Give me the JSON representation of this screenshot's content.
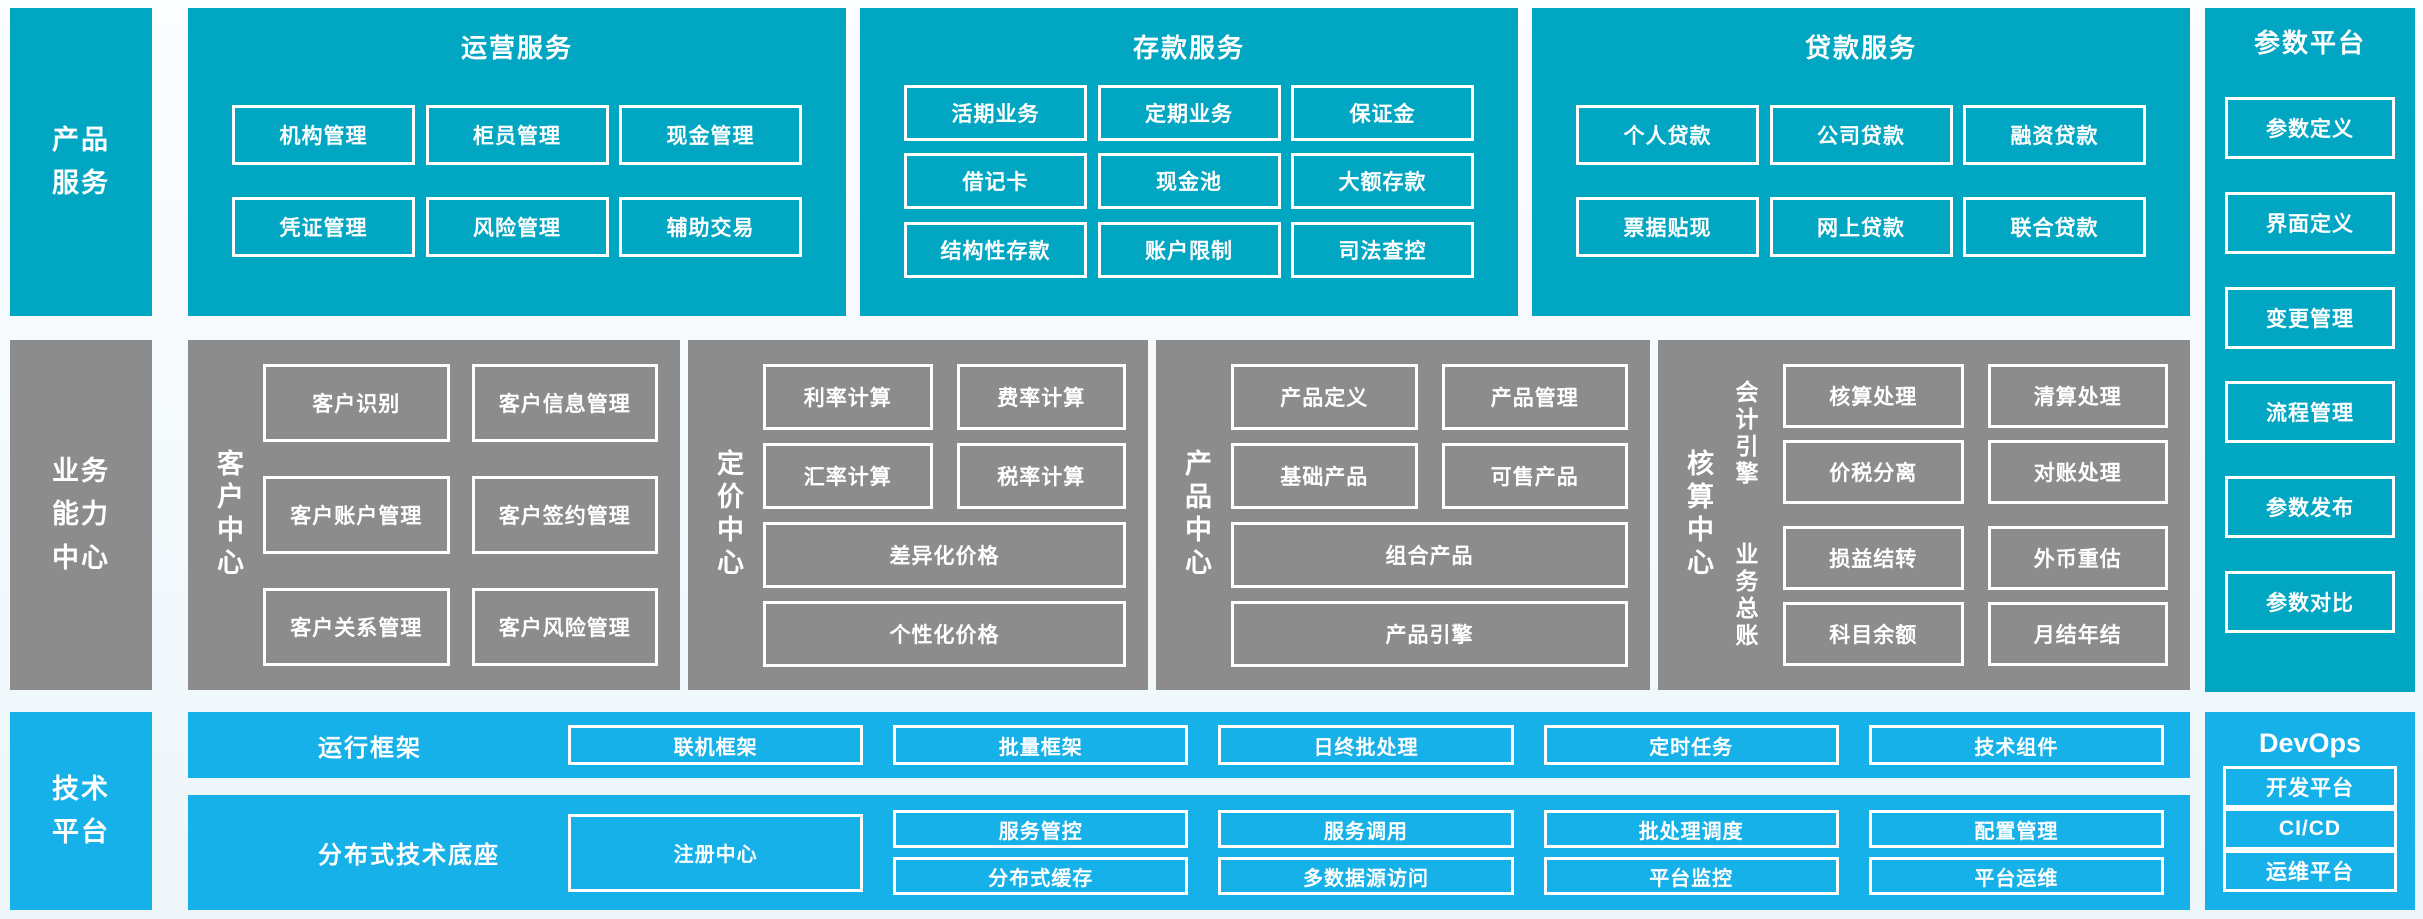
{
  "colors": {
    "teal": "#00a6c2",
    "sky": "#16b1e9",
    "gray": "#8c8c8c",
    "box_border": "#ffffff",
    "background": "#f3f9fc"
  },
  "side_labels": {
    "product_services": "产品\n服务",
    "business_capability": "业务\n能力\n中心",
    "tech_platform": "技术\n平台"
  },
  "operations": {
    "title": "运营服务",
    "rows": [
      [
        "机构管理",
        "柜员管理",
        "现金管理"
      ],
      [
        "凭证管理",
        "风险管理",
        "辅助交易"
      ]
    ]
  },
  "deposit": {
    "title": "存款服务",
    "rows": [
      [
        "活期业务",
        "定期业务",
        "保证金"
      ],
      [
        "借记卡",
        "现金池",
        "大额存款"
      ],
      [
        "结构性存款",
        "账户限制",
        "司法查控"
      ]
    ]
  },
  "loan": {
    "title": "贷款服务",
    "rows": [
      [
        "个人贷款",
        "公司贷款",
        "融资贷款"
      ],
      [
        "票据贴现",
        "网上贷款",
        "联合贷款"
      ]
    ]
  },
  "param_platform": {
    "title": "参数平台",
    "items": [
      "参数定义",
      "界面定义",
      "变更管理",
      "流程管理",
      "参数发布",
      "参数对比"
    ]
  },
  "customer_center": {
    "label": "客户中心",
    "rows": [
      [
        "客户识别",
        "客户信息管理"
      ],
      [
        "客户账户管理",
        "客户签约管理"
      ],
      [
        "客户关系管理",
        "客户风险管理"
      ]
    ]
  },
  "pricing_center": {
    "label": "定价中心",
    "rows": [
      [
        "利率计算",
        "费率计算"
      ],
      [
        "汇率计算",
        "税率计算"
      ]
    ],
    "wide": [
      "差异化价格",
      "个性化价格"
    ]
  },
  "product_center": {
    "label": "产品中心",
    "rows": [
      [
        "产品定义",
        "产品管理"
      ],
      [
        "基础产品",
        "可售产品"
      ]
    ],
    "wide": [
      "组合产品",
      "产品引擎"
    ]
  },
  "accounting_center": {
    "label": "核算中心",
    "groups": [
      {
        "label": "会计引擎",
        "rows": [
          [
            "核算处理",
            "清算处理"
          ],
          [
            "价税分离",
            "对账处理"
          ]
        ]
      },
      {
        "label": "业务总账",
        "rows": [
          [
            "损益结转",
            "外币重估"
          ],
          [
            "科目余额",
            "月结年结"
          ]
        ]
      }
    ]
  },
  "runtime": {
    "label": "运行框架",
    "items": [
      "联机框架",
      "批量框架",
      "日终批处理",
      "定时任务",
      "技术组件"
    ]
  },
  "distributed": {
    "label": "分布式技术底座",
    "featured": "注册中心",
    "rows": [
      [
        "服务管控",
        "服务调用",
        "批处理调度",
        "配置管理"
      ],
      [
        "分布式缓存",
        "多数据源访问",
        "平台监控",
        "平台运维"
      ]
    ]
  },
  "devops": {
    "title": "DevOps",
    "items": [
      "开发平台",
      "CI/CD",
      "运维平台"
    ]
  }
}
